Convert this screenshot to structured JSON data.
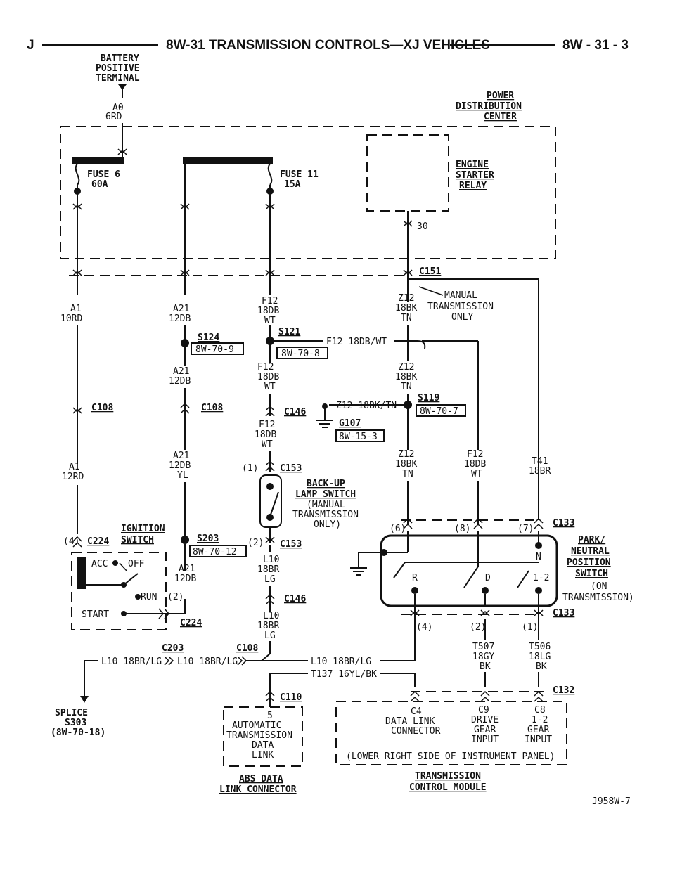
{
  "header": {
    "left": "J",
    "title": "8W-31 TRANSMISSION CONTROLS—XJ VEHICLES",
    "page": "8W - 31 - 3"
  },
  "battery": {
    "line1": "BATTERY",
    "line2": "POSITIVE",
    "line3": "TERMINAL",
    "circuit": "A0",
    "gauge": "6RD"
  },
  "pdc": {
    "line1": "POWER",
    "line2": "DISTRIBUTION",
    "line3": "CENTER"
  },
  "fuse6": {
    "name": "FUSE 6",
    "rating": "60A"
  },
  "fuse11": {
    "name": "FUSE 11",
    "rating": "15A"
  },
  "relay": {
    "line1": "ENGINE",
    "line2": "STARTER",
    "line3": "RELAY",
    "pin": "30"
  },
  "c151": "C151",
  "a1_top": {
    "circuit": "A1",
    "gauge": "10RD"
  },
  "a21_top": {
    "circuit": "A21",
    "gauge": "12DB"
  },
  "f12_top": {
    "circuit": "F12",
    "gauge": "18DB",
    "color": "WT"
  },
  "z12_top": {
    "circuit": "Z12",
    "gauge": "18BK",
    "color": "TN"
  },
  "manual_note": {
    "line1": "MANUAL",
    "line2": "TRANSMISSION",
    "line3": "ONLY"
  },
  "s124": {
    "name": "S124",
    "ref": "8W-70-9"
  },
  "s121": {
    "name": "S121",
    "ref": "8W-70-8",
    "branch": "F12 18DB/WT"
  },
  "a21_mid": {
    "circuit": "A21",
    "gauge": "12DB"
  },
  "f12_mid": {
    "circuit": "F12",
    "gauge": "18DB",
    "color": "WT"
  },
  "z12_mid": {
    "circuit": "Z12",
    "gauge": "18BK",
    "color": "TN"
  },
  "s119": {
    "name": "S119",
    "ref": "8W-70-7",
    "branch": "Z12 18BK/TN"
  },
  "c108": "C108",
  "c146": "C146",
  "g107": {
    "name": "G107",
    "ref": "8W-15-3"
  },
  "f12_low": {
    "circuit": "F12",
    "gauge": "18DB",
    "color": "WT"
  },
  "a1_low": {
    "circuit": "A1",
    "gauge": "12RD"
  },
  "a21_low": {
    "circuit": "A21",
    "gauge": "12DB",
    "color": "YL"
  },
  "c153": "C153",
  "c153_pin1": "(1)",
  "c153_pin2": "(2)",
  "z12_low": {
    "circuit": "Z12",
    "gauge": "18BK",
    "color": "TN"
  },
  "f12_right": {
    "circuit": "F12",
    "gauge": "18DB",
    "color": "WT"
  },
  "t41": {
    "circuit": "T41",
    "gauge": "18BR"
  },
  "backup": {
    "line1": "BACK-UP",
    "line2": "LAMP SWITCH",
    "line3": "(MANUAL",
    "line4": "TRANSMISSION",
    "line5": "ONLY)"
  },
  "ignition": {
    "line1": "IGNITION",
    "line2": "SWITCH",
    "c224": "C224",
    "pin4": "(4)",
    "acc": "ACC",
    "off": "OFF",
    "run": "RUN",
    "start": "START",
    "pin2": "(2)"
  },
  "s203": {
    "name": "S203",
    "ref": "8W-70-12"
  },
  "a21_ign": {
    "circuit": "A21",
    "gauge": "12DB"
  },
  "l10_a": {
    "circuit": "L10",
    "gauge": "18BR",
    "color": "LG"
  },
  "l10_b": {
    "circuit": "L10",
    "gauge": "18BR",
    "color": "LG"
  },
  "c133": "C133",
  "pnp_pins_top": {
    "p6": "(6)",
    "p8": "(8)",
    "p7": "(7)"
  },
  "pnp": {
    "line1": "PARK/",
    "line2": "NEUTRAL",
    "line3": "POSITION",
    "line4": "SWITCH",
    "line5": "(ON",
    "line6": "TRANSMISSION)",
    "n": "N",
    "r": "R",
    "d": "D",
    "one_two": "1-2"
  },
  "pnp_pins_bot": {
    "p4": "(4)",
    "p2": "(2)",
    "p1": "(1)"
  },
  "t507": {
    "circuit": "T507",
    "gauge": "18GY",
    "color": "BK"
  },
  "t506": {
    "circuit": "T506",
    "gauge": "18LG",
    "color": "BK"
  },
  "splice_row": {
    "c203": "C203",
    "c108b": "C108",
    "w1": "L10 18BR/LG",
    "w2": "L10 18BR/LG",
    "w3": "L10 18BR/LG",
    "w4": "T137 16YL/BK"
  },
  "c110": "C110",
  "c132": "C132",
  "splice_s303": {
    "line1": "SPLICE",
    "line2": "S303",
    "line3": "(8W-70-18)"
  },
  "auto_dl": {
    "pin": "5",
    "line1": "AUTOMATIC",
    "line2": "TRANSMISSION",
    "line3": "DATA",
    "line4": "LINK"
  },
  "tcm_pins": {
    "c4": "C4",
    "c4a": "DATA LINK",
    "c4b": "CONNECTOR",
    "c9": "C9",
    "c9a": "DRIVE",
    "c9b": "GEAR",
    "c9c": "INPUT",
    "c8": "C8",
    "c8a": "1-2",
    "c8b": "GEAR",
    "c8c": "INPUT",
    "location": "(LOWER RIGHT SIDE OF INSTRUMENT PANEL)"
  },
  "abs_link": {
    "line1": "ABS DATA",
    "line2": "LINK CONNECTOR"
  },
  "tcm": {
    "line1": "TRANSMISSION",
    "line2": "CONTROL MODULE"
  },
  "fig": "J958W-7"
}
